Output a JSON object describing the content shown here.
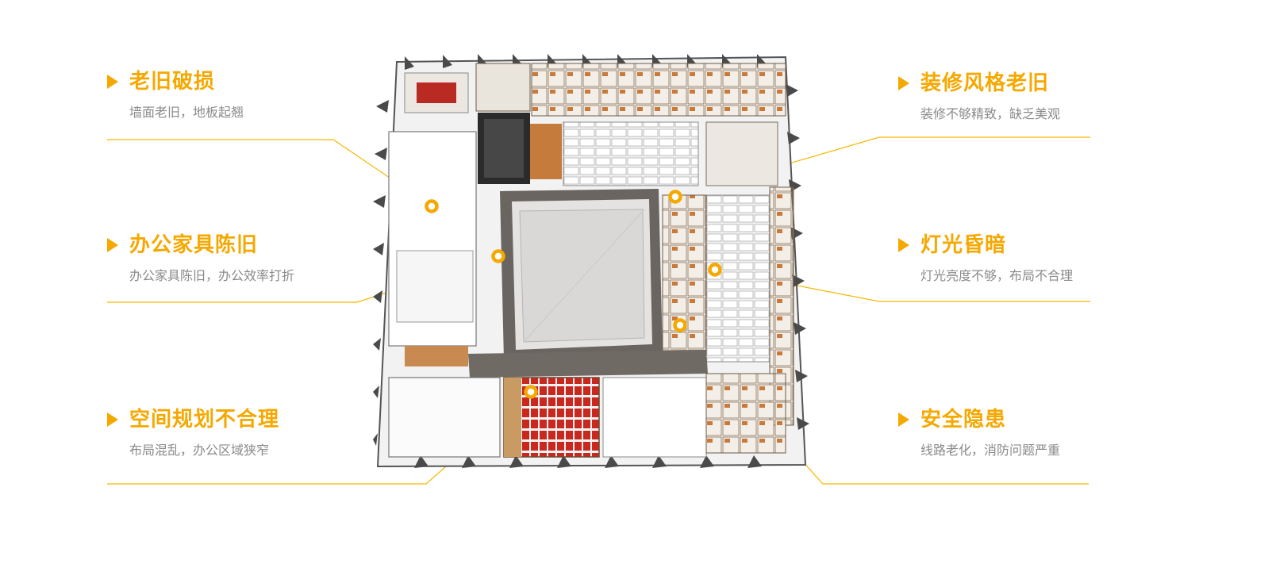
{
  "callouts": [
    {
      "id": "left-1",
      "title": "老旧破损",
      "desc": "墙面老旧，地板起翘"
    },
    {
      "id": "left-2",
      "title": "办公家具陈旧",
      "desc": "办公家具陈旧，办公效率打折"
    },
    {
      "id": "left-3",
      "title": "空间规划不合理",
      "desc": "布局混乱，办公区域狭窄"
    },
    {
      "id": "right-1",
      "title": "装修风格老旧",
      "desc": "装修不够精致，缺乏美观"
    },
    {
      "id": "right-2",
      "title": "灯光昏暗",
      "desc": "灯光亮度不够，布局不合理"
    },
    {
      "id": "right-3",
      "title": "安全隐患",
      "desc": "线路老化，消防问题严重"
    }
  ],
  "colors": {
    "accent": "#f5a800",
    "desc_text": "#8a8a8a",
    "line": "#f5b800"
  },
  "icons": {
    "bullet": "triangle-bullet-icon",
    "marker": "ring-marker-icon"
  }
}
